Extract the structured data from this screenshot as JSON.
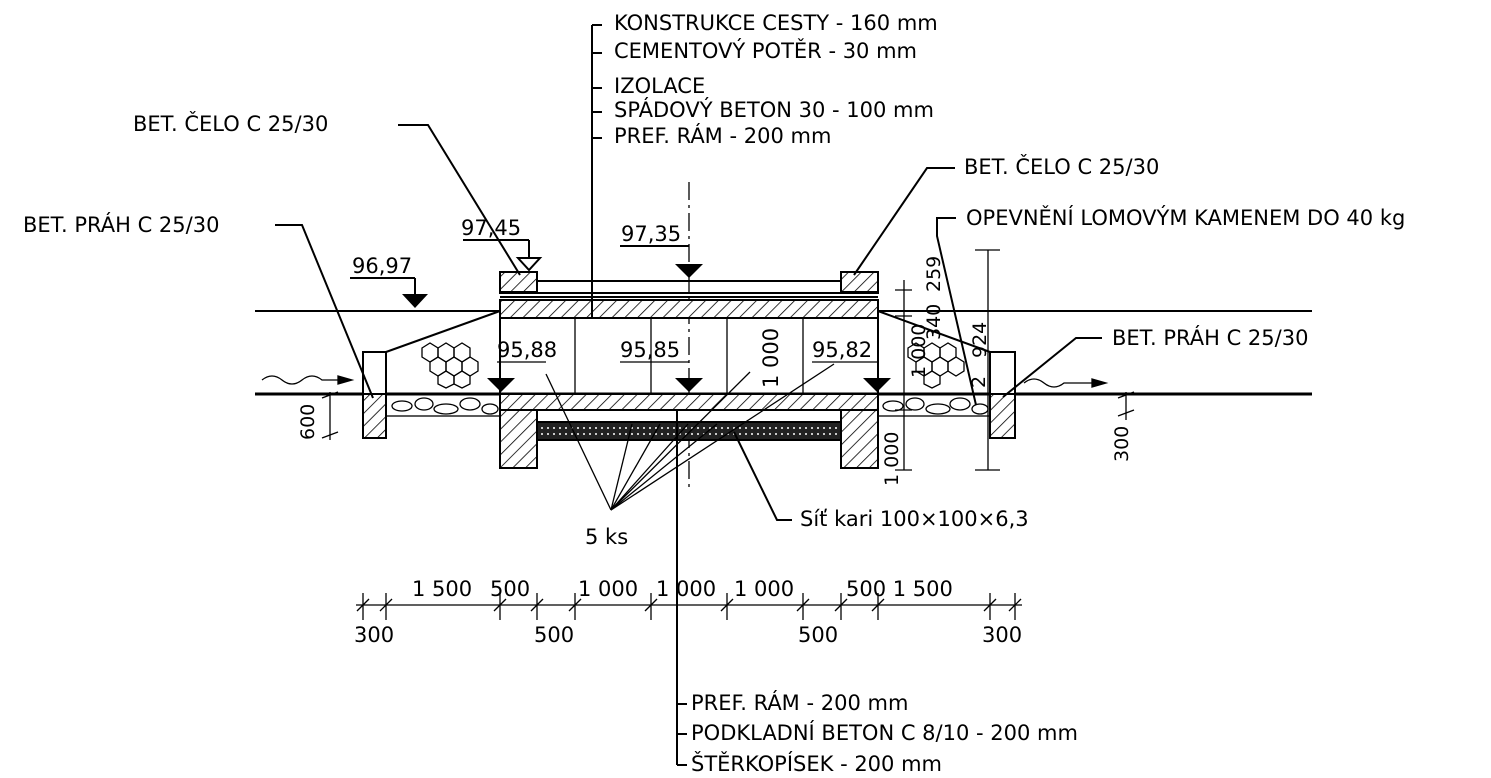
{
  "labels": {
    "top_layers": [
      "KONSTRUKCE CESTY - 160 mm",
      "CEMENTOVÝ POTĚR - 30 mm",
      "IZOLACE",
      "SPÁDOVÝ BETON 30 - 100 mm",
      "PREF. RÁM - 200 mm"
    ],
    "bottom_layers": [
      "PREF. RÁM - 200 mm",
      "PODKLADNÍ BETON C 8/10 - 200 mm",
      "ŠTĚRKOPÍSEK - 200 mm"
    ],
    "bet_celo_left": "BET. ČELO C 25/30",
    "bet_celo_right": "BET. ČELO C 25/30",
    "bet_prah_left": "BET. PRÁH C 25/30",
    "bet_prah_right": "BET. PRÁH C 25/30",
    "opevneni": "OPEVNĚNÍ LOMOVÝM KAMENEM DO 40 kg",
    "sit_kari": "Síť kari 100×100×6,3",
    "ks": "5 ks"
  },
  "elevations": {
    "top_left": "97,45",
    "top_center": "97,35",
    "terrain_left": "96,97",
    "bottom_left": "95,88",
    "bottom_center": "95,85",
    "bottom_right": "95,82"
  },
  "dimensions": {
    "bottom_chain_top": [
      "1 500",
      "500",
      "1 000",
      "1 000",
      "1 000",
      "500 1 500"
    ],
    "bottom_chain_bottom": [
      "300",
      "500",
      "500",
      "300"
    ],
    "right_vertical": [
      "259",
      "340",
      "924",
      "1 000",
      "1 000",
      "2"
    ],
    "inner_height": "1 000",
    "left_prah": "600",
    "right_prah": "300"
  }
}
